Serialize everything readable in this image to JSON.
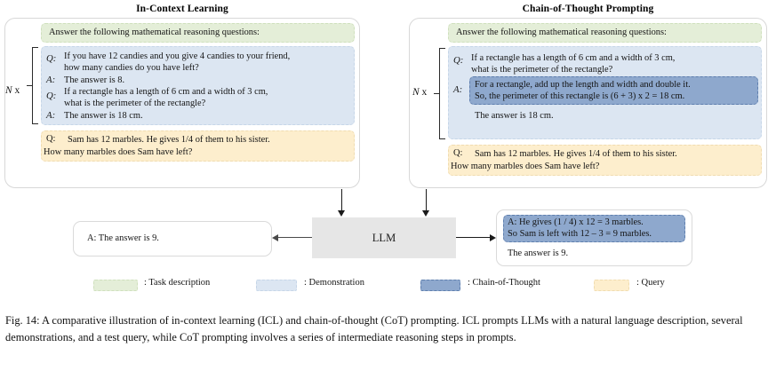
{
  "panels": {
    "left": {
      "title": "In-Context Learning",
      "task_description": "Answer the following mathematical reasoning questions:",
      "repeat_label_italic": "N",
      "repeat_label_rest": " x",
      "demonstration": {
        "items": [
          {
            "key": "Q:",
            "text": "If you have 12 candies and you give 4 candies to your friend,\nhow many candies do you have left?"
          },
          {
            "key": "A:",
            "text": "The answer is 8."
          },
          {
            "key": "Q:",
            "text": "If a rectangle has a length of 6 cm and a width of 3 cm,\nwhat is the perimeter of the rectangle?"
          },
          {
            "key": "A:",
            "text": "The answer is 18 cm."
          }
        ]
      },
      "query": {
        "key": "Q:",
        "line1": "Sam has 12 marbles. He gives 1/4 of them to his sister.",
        "line2": "How many marbles does Sam have left?"
      }
    },
    "right": {
      "title": "Chain-of-Thought Prompting",
      "task_description": "Answer the following mathematical reasoning questions:",
      "repeat_label_italic": "N",
      "repeat_label_rest": " x",
      "demonstration": {
        "question_key": "Q:",
        "question_text": "If a rectangle has a length of 6 cm and a width of 3 cm,\nwhat is the perimeter of the rectangle?",
        "answer_key": "A:",
        "cot_text": "For a rectangle, add up the length and width and double it.\nSo, the perimeter of this rectangle is (6 + 3) x 2 = 18 cm.",
        "final_text": "The answer is 18 cm."
      },
      "query": {
        "key": "Q:",
        "line1": "Sam has 12 marbles. He gives 1/4 of them to his sister.",
        "line2": "How many marbles does Sam have left?"
      }
    }
  },
  "model": {
    "label": "LLM"
  },
  "outputs": {
    "left": {
      "text": "A: The answer is 9."
    },
    "right": {
      "cot_text": "A: He gives (1 / 4) x 12 = 3 marbles.\nSo Sam is left with 12 – 3 = 9 marbles.",
      "final_text": "The answer is 9."
    }
  },
  "legend": [
    {
      "label": ": Task description",
      "color": "#e4eed8"
    },
    {
      "label": ": Demonstration",
      "color": "#dce6f2"
    },
    {
      "label": ": Chain-of-Thought",
      "color": "#8ea8cd"
    },
    {
      "label": ": Query",
      "color": "#fdeecd"
    }
  ],
  "caption": "Fig. 14: A comparative illustration of in-context learning (ICL) and chain-of-thought (CoT) prompting. ICL prompts LLMs with a natural language description, several demonstrations, and a test query, while CoT prompting involves a series of intermediate reasoning steps in prompts.",
  "colors": {
    "task_description": "#e4eed8",
    "demonstration": "#dce6f2",
    "chain_of_thought": "#8ea8cd",
    "query": "#fdeecd",
    "llm_box": "#e6e6e6"
  }
}
